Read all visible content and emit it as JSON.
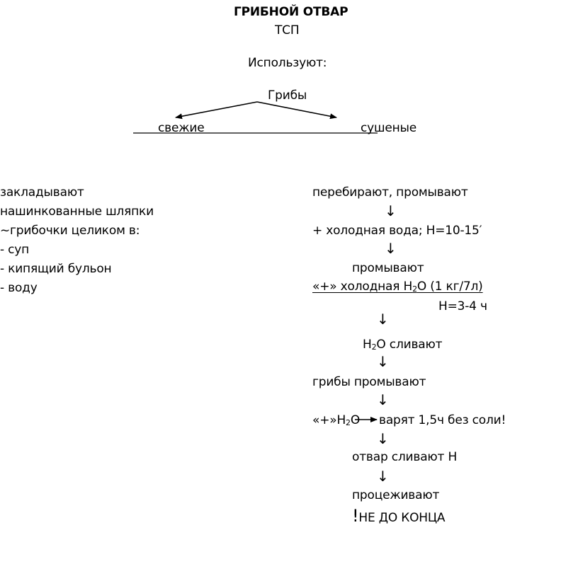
{
  "header": {
    "title": "ГРИБНОЙ ОТВАР",
    "subtitle": "ТСП",
    "uses_label": "Используют:"
  },
  "tree": {
    "root": "Грибы",
    "branches": [
      "свежие",
      "сушеные"
    ]
  },
  "fresh": {
    "lines": [
      "закладывают",
      "нашинкованные шляпки",
      "~грибочки целиком в:",
      "- суп",
      "- кипящий бульон",
      "- воду"
    ]
  },
  "dried": {
    "step1": "перебирают, промывают",
    "step2": "+ холодная вода; Н=10-15",
    "step2_mark": "′",
    "step3": "промывают",
    "step4_prefix": "«+» холодная Н",
    "step4_sub": "2",
    "step4_suffix": "О (1 кг/7л)",
    "step4_time": "Н=3-4 ч",
    "step5_prefix": "Н",
    "step5_sub": "2",
    "step5_suffix": "О сливают",
    "step6": "грибы промывают",
    "step7_prefix": "«+»Н",
    "step7_sub": "2",
    "step7_mid": "О",
    "step7_suffix": "варят 1,5ч без соли!",
    "step8": "отвар сливают Н",
    "step9": "процеживают",
    "warning_bang": "!",
    "warning_text": "НЕ ДО КОНЦА",
    "arrow_glyph": "↓"
  }
}
